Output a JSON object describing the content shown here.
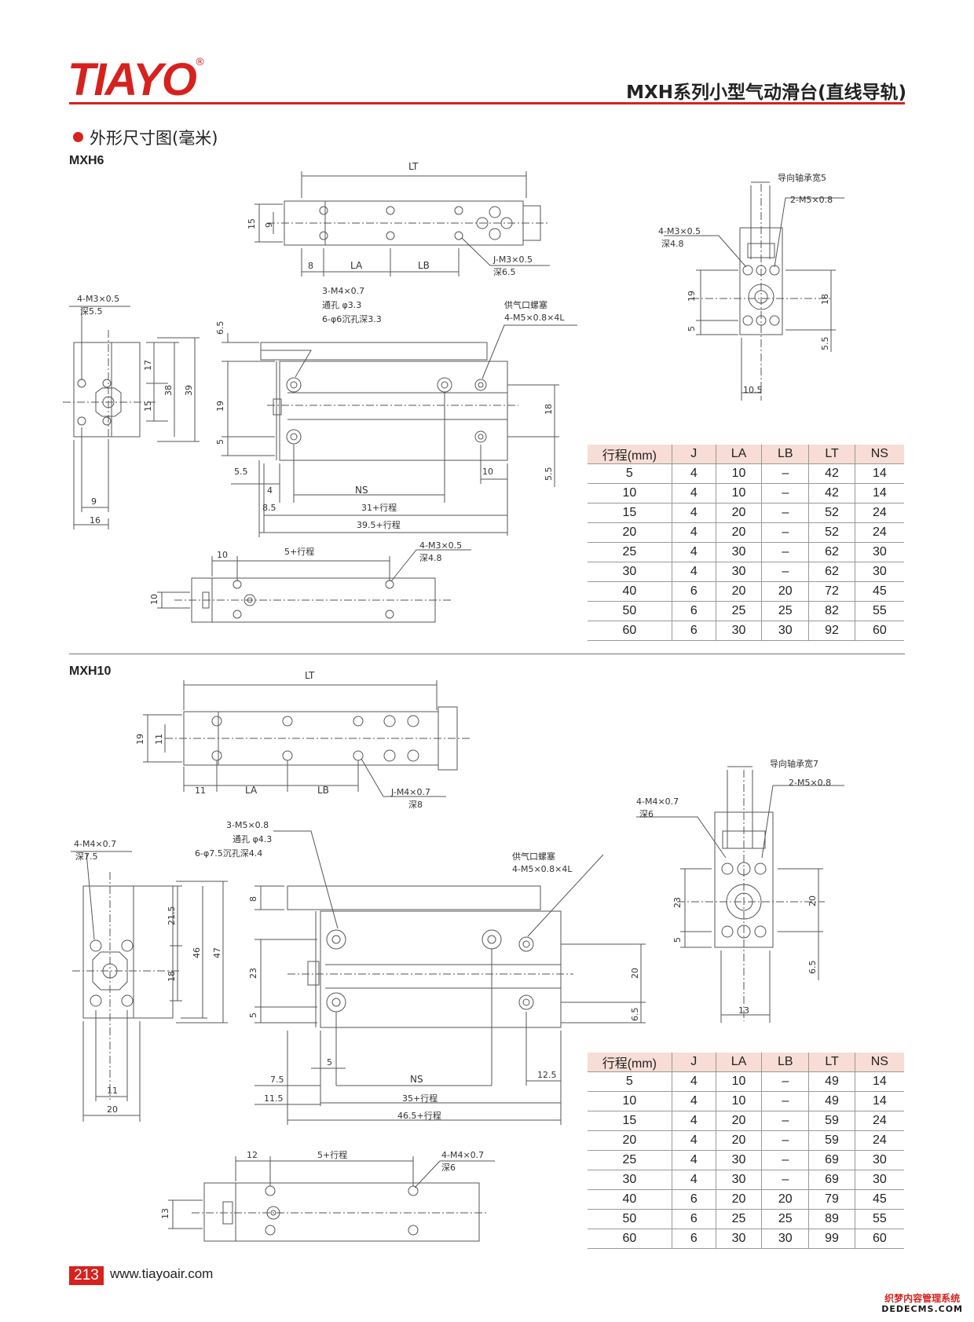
{
  "header": {
    "brand": "TIAYO",
    "registered": "®",
    "title": "MXH系列小型气动滑台(直线导轨)"
  },
  "section": {
    "title": "外形尺寸图(毫米)"
  },
  "mxh6": {
    "label": "MXH6",
    "callouts": {
      "lt": "LT",
      "la": "LA",
      "lb": "LB",
      "ns": "NS",
      "top_h15": "15",
      "top_h9": "9",
      "top_w8": "8",
      "j_thread": "J-M3×0.5",
      "j_depth": "深6.5",
      "guide_bearing": "导向轴承宽5",
      "side_thread": "2-M5×0.8",
      "rv_thread": "4-M3×0.5",
      "rv_depth": "深4.8",
      "rv_19": "19",
      "rv_5": "5",
      "rv_18": "18",
      "rv_55": "5.5",
      "rv_105": "10.5",
      "lv_thread": "4-M3×0.5",
      "lv_depth": "深5.5",
      "lv_17": "17",
      "lv_15": "15",
      "lv_38": "38",
      "lv_39": "39",
      "lv_9": "9",
      "lv_16": "16",
      "fr_holes": "3-M4×0.7",
      "fr_through": "通孔 φ3.3",
      "fr_cbore": "6-φ6沉孔深3.3",
      "air_plug": "供气口螺塞",
      "air_thread": "4-M5×0.8×4L",
      "fr_65": "6.5",
      "fr_19": "19",
      "fr_5": "5",
      "fr_18": "18",
      "fr_55b": "5.5",
      "fr_55": "5.5",
      "fr_4": "4",
      "fr_10": "10",
      "fr_85": "8.5",
      "fr_31": "31+行程",
      "fr_395": "39.5+行程",
      "bt_10": "10",
      "bt_stroke": "5+行程",
      "bt_thread": "4-M3×0.5",
      "bt_depth": "深4.8",
      "bt_h10": "10"
    },
    "table": {
      "headers": [
        "行程(mm)",
        "J",
        "LA",
        "LB",
        "LT",
        "NS"
      ],
      "rows": [
        [
          "5",
          "4",
          "10",
          "–",
          "42",
          "14"
        ],
        [
          "10",
          "4",
          "10",
          "–",
          "42",
          "14"
        ],
        [
          "15",
          "4",
          "20",
          "–",
          "52",
          "24"
        ],
        [
          "20",
          "4",
          "20",
          "–",
          "52",
          "24"
        ],
        [
          "25",
          "4",
          "30",
          "–",
          "62",
          "30"
        ],
        [
          "30",
          "4",
          "30",
          "–",
          "62",
          "30"
        ],
        [
          "40",
          "6",
          "20",
          "20",
          "72",
          "45"
        ],
        [
          "50",
          "6",
          "25",
          "25",
          "82",
          "55"
        ],
        [
          "60",
          "6",
          "30",
          "30",
          "92",
          "60"
        ]
      ]
    }
  },
  "mxh10": {
    "label": "MXH10",
    "callouts": {
      "lt": "LT",
      "la": "LA",
      "lb": "LB",
      "ns": "NS",
      "top_h19": "19",
      "top_h11": "11",
      "top_w11": "11",
      "j_thread": "J-M4×0.7",
      "j_depth": "深8",
      "guide_bearing": "导向轴承宽7",
      "side_thread": "2-M5×0.8",
      "rv_thread": "4-M4×0.7",
      "rv_depth": "深6",
      "rv_23": "23",
      "rv_5": "5",
      "rv_20": "20",
      "rv_65": "6.5",
      "rv_13": "13",
      "lv_thread": "4-M4×0.7",
      "lv_depth": "深7.5",
      "lv_215": "21.5",
      "lv_18": "18",
      "lv_46": "46",
      "lv_47": "47",
      "lv_11": "11",
      "lv_20": "20",
      "fr_holes": "3-M5×0.8",
      "fr_through": "通孔 φ4.3",
      "fr_cbore": "6-φ7.5沉孔深4.4",
      "air_plug": "供气口螺塞",
      "air_thread": "4-M5×0.8×4L",
      "fr_8": "8",
      "fr_23": "23",
      "fr_5": "5",
      "fr_20": "20",
      "fr_65": "6.5",
      "fr_75": "7.5",
      "fr_5b": "5",
      "fr_125": "12.5",
      "fr_115": "11.5",
      "fr_35": "35+行程",
      "fr_465": "46.5+行程",
      "bt_12": "12",
      "bt_stroke": "5+行程",
      "bt_thread": "4-M4×0.7",
      "bt_depth": "深6",
      "bt_h13": "13"
    },
    "table": {
      "headers": [
        "行程(mm)",
        "J",
        "LA",
        "LB",
        "LT",
        "NS"
      ],
      "rows": [
        [
          "5",
          "4",
          "10",
          "–",
          "49",
          "14"
        ],
        [
          "10",
          "4",
          "10",
          "–",
          "49",
          "14"
        ],
        [
          "15",
          "4",
          "20",
          "–",
          "59",
          "24"
        ],
        [
          "20",
          "4",
          "20",
          "–",
          "59",
          "24"
        ],
        [
          "25",
          "4",
          "30",
          "–",
          "69",
          "30"
        ],
        [
          "30",
          "4",
          "30",
          "–",
          "69",
          "30"
        ],
        [
          "40",
          "6",
          "20",
          "20",
          "79",
          "45"
        ],
        [
          "50",
          "6",
          "25",
          "25",
          "89",
          "55"
        ],
        [
          "60",
          "6",
          "30",
          "30",
          "99",
          "60"
        ]
      ]
    }
  },
  "footer": {
    "page": "213",
    "url": "www.tiayoair.com"
  },
  "watermark": {
    "line1": "织梦内容管理系统",
    "line2": "DEDECMS.COM"
  }
}
